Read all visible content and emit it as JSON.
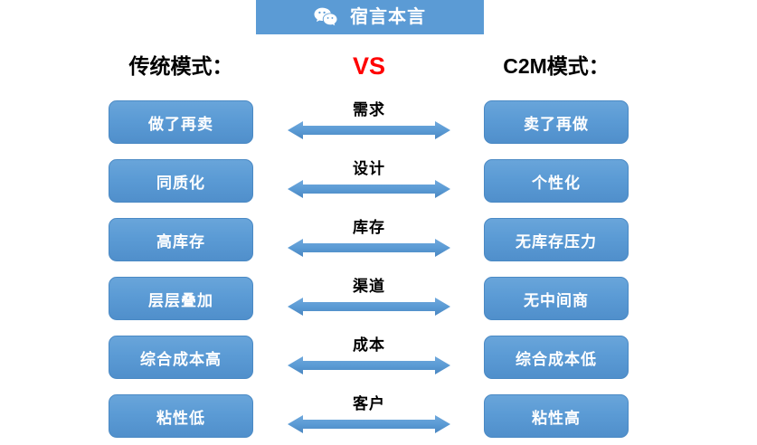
{
  "header": {
    "icon": "wechat-logo-icon",
    "title": "宿言本言",
    "background_color": "#5B9BD5",
    "text_color": "#FFFFFF"
  },
  "headings": {
    "left": "传统模式：",
    "center": "VS",
    "center_color": "#FF0000",
    "right": "C2M模式："
  },
  "theme": {
    "pill_color": "#5B9BD5",
    "arrow_color": "#5B9BD5",
    "pill_text_color": "#FFFFFF",
    "page_background": "#FFFFFF"
  },
  "rows": [
    {
      "left": "做了再卖",
      "label": "需求",
      "right": "卖了再做",
      "arrow": "double-headed-arrow"
    },
    {
      "left": "同质化",
      "label": "设计",
      "right": "个性化",
      "arrow": "double-headed-arrow"
    },
    {
      "left": "高库存",
      "label": "库存",
      "right": "无库存压力",
      "arrow": "double-headed-arrow"
    },
    {
      "left": "层层叠加",
      "label": "渠道",
      "right": "无中间商",
      "arrow": "double-headed-arrow"
    },
    {
      "left": "综合成本高",
      "label": "成本",
      "right": "综合成本低",
      "arrow": "double-headed-arrow"
    },
    {
      "left": "粘性低",
      "label": "客户",
      "right": "粘性高",
      "arrow": "double-headed-arrow"
    }
  ]
}
